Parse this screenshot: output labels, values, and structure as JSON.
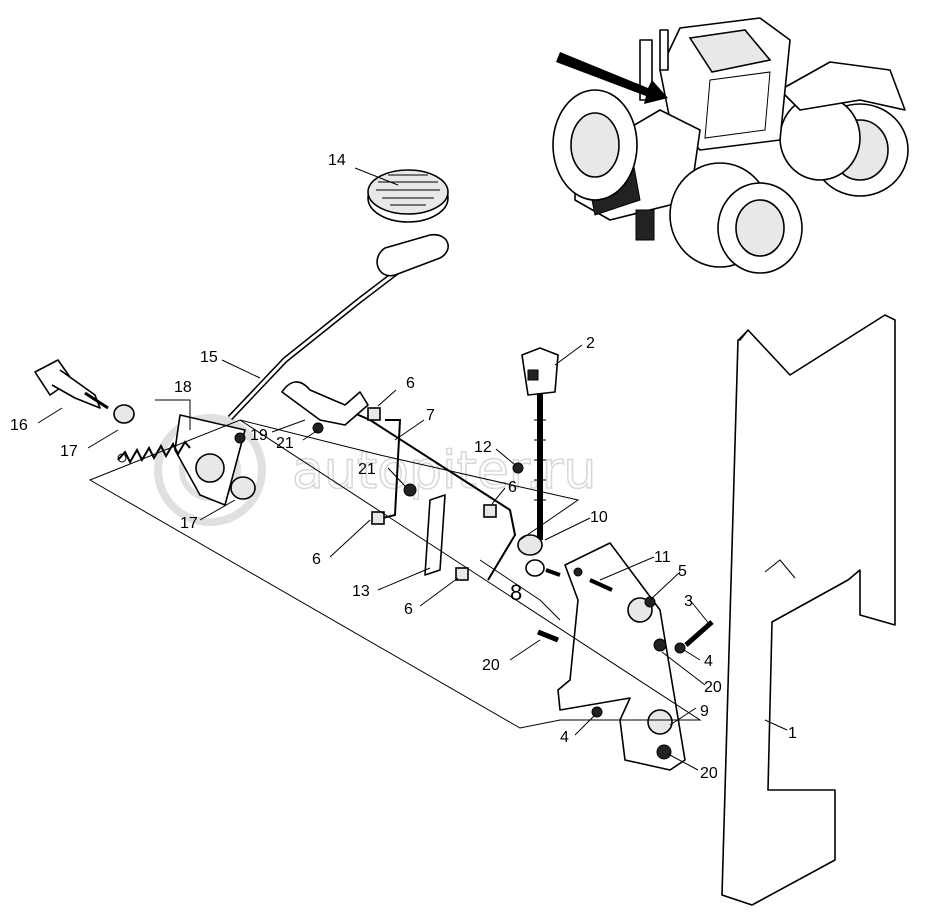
{
  "watermark": "autopiter.ru",
  "callouts": [
    {
      "id": "c14",
      "text": "14"
    },
    {
      "id": "c15",
      "text": "15"
    },
    {
      "id": "c18",
      "text": "18"
    },
    {
      "id": "c16",
      "text": "16"
    },
    {
      "id": "c17a",
      "text": "17"
    },
    {
      "id": "c17b",
      "text": "17"
    },
    {
      "id": "c19",
      "text": "19"
    },
    {
      "id": "c21a",
      "text": "21"
    },
    {
      "id": "c21b",
      "text": "21"
    },
    {
      "id": "c6a",
      "text": "6"
    },
    {
      "id": "c7",
      "text": "7"
    },
    {
      "id": "c2",
      "text": "2"
    },
    {
      "id": "c12",
      "text": "12"
    },
    {
      "id": "c6b",
      "text": "6"
    },
    {
      "id": "c10",
      "text": "10"
    },
    {
      "id": "c6c",
      "text": "6"
    },
    {
      "id": "c13",
      "text": "13"
    },
    {
      "id": "c6d",
      "text": "6"
    },
    {
      "id": "c8",
      "text": "8"
    },
    {
      "id": "c11",
      "text": "11"
    },
    {
      "id": "c5",
      "text": "5"
    },
    {
      "id": "c3",
      "text": "3"
    },
    {
      "id": "c4a",
      "text": "4"
    },
    {
      "id": "c20a",
      "text": "20"
    },
    {
      "id": "c20b",
      "text": "20"
    },
    {
      "id": "c9",
      "text": "9"
    },
    {
      "id": "c4b",
      "text": "4"
    },
    {
      "id": "c20c",
      "text": "20"
    },
    {
      "id": "c1",
      "text": "1"
    }
  ],
  "parts": [
    "tractor-illustration",
    "foot-pad",
    "pedal-arm",
    "pivot-bolt",
    "bushing",
    "return-spring",
    "pedal-bracket",
    "linkage-rod",
    "throttle-cable",
    "cable-sensor-connector",
    "throttle-lever",
    "mounting-plate",
    "cab-frame-panel"
  ]
}
